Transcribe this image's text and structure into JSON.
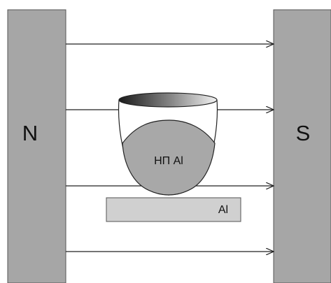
{
  "magnets": {
    "north_label": "N",
    "south_label": "S"
  },
  "crucible": {
    "melt_label": "НП Al"
  },
  "substrate": {
    "label": "Al"
  },
  "field_lines": {
    "count": 4,
    "direction": "north-to-south"
  },
  "colors": {
    "magnet_fill": "#a6a6a6",
    "melt_fill": "#a8a8a8",
    "substrate_fill": "#d0d0d0",
    "line_color": "#222222"
  }
}
